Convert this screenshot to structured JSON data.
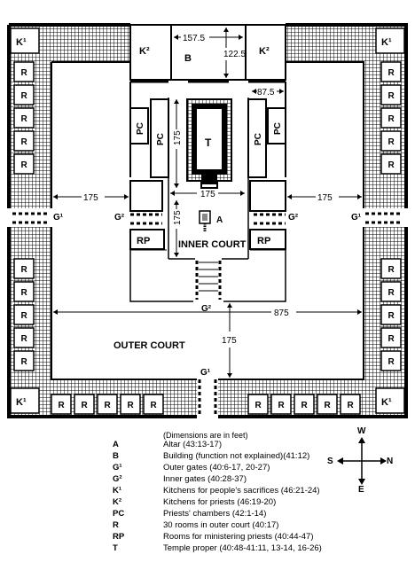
{
  "labels": {
    "k1": "K¹",
    "k2": "K²",
    "r": "R",
    "b": "B",
    "pc": "PC",
    "t": "T",
    "a": "A",
    "rp": "RP",
    "g1": "G¹",
    "g2": "G²",
    "inner_court": "INNER COURT",
    "outer_court": "OUTER COURT"
  },
  "dimensions": {
    "d157_5": "157.5",
    "d122_5": "122.5",
    "d87_5": "87.5",
    "d175": "175",
    "d875": "875"
  },
  "legend": {
    "title": "(Dimensions are in feet)",
    "items": [
      {
        "code": "A",
        "desc": "Altar  (43:13-17)"
      },
      {
        "code": "B",
        "desc": "Building (function not explained)(41:12)"
      },
      {
        "code": "G¹",
        "desc": "Outer gates  (40:6-17, 20-27)"
      },
      {
        "code": "G²",
        "desc": "Inner gates  (40:28-37)"
      },
      {
        "code": "K¹",
        "desc": "Kitchens for people's sacrifices (46:21-24)"
      },
      {
        "code": "K²",
        "desc": "Kitchens for priests  (46:19-20)"
      },
      {
        "code": "PC",
        "desc": "Priests' chambers  (42:1-14)"
      },
      {
        "code": "R",
        "desc": "30 rooms in outer court  (40:17)"
      },
      {
        "code": "RP",
        "desc": "Rooms for ministering priests  (40:44-47)"
      },
      {
        "code": "T",
        "desc": "Temple proper  (40:48-41:11, 13-14, 16-26)"
      }
    ]
  },
  "compass": {
    "n": "N",
    "s": "S",
    "e": "E",
    "w": "W"
  }
}
